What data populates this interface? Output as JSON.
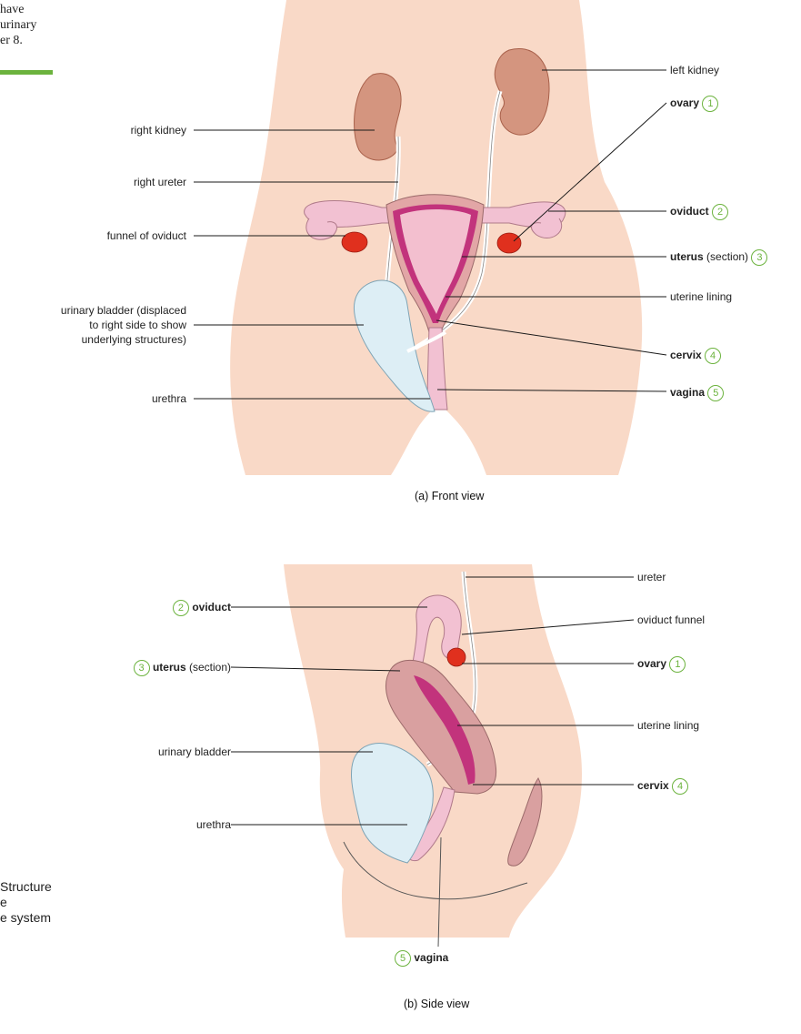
{
  "margin_text": {
    "top_lines": [
      "have",
      "urinary",
      "er 8."
    ],
    "bottom_lines": [
      "Structure",
      "e",
      "e system"
    ],
    "accent_color": "#6cb33e"
  },
  "front_view": {
    "caption": "(a) Front view",
    "left_labels": {
      "right_kidney": "right kidney",
      "right_ureter": "right ureter",
      "funnel_of_oviduct": "funnel of oviduct",
      "bladder_line1": "urinary bladder (displaced",
      "bladder_line2": "to right side to show",
      "bladder_line3": "underlying structures)",
      "urethra": "urethra"
    },
    "right_labels": {
      "left_kidney": "left kidney",
      "ovary": "ovary",
      "ovary_num": "1",
      "oviduct": "oviduct",
      "oviduct_num": "2",
      "uterus": "uterus",
      "uterus_note": " (section)",
      "uterus_num": "3",
      "uterine_lining": "uterine lining",
      "cervix": "cervix",
      "cervix_num": "4",
      "vagina": "vagina",
      "vagina_num": "5"
    }
  },
  "side_view": {
    "caption": "(b) Side view",
    "left_labels": {
      "oviduct_num": "2",
      "oviduct": "oviduct",
      "uterus_num": "3",
      "uterus": "uterus",
      "uterus_note": " (section)",
      "urinary_bladder": "urinary bladder",
      "urethra": "urethra"
    },
    "right_labels": {
      "ureter": "ureter",
      "oviduct_funnel": "oviduct funnel",
      "ovary": "ovary",
      "ovary_num": "1",
      "uterine_lining": "uterine lining",
      "cervix": "cervix",
      "cervix_num": "4"
    },
    "bottom_labels": {
      "vagina_num": "5",
      "vagina": "vagina"
    }
  },
  "colors": {
    "skin": "#f9d9c7",
    "kidney": "#d4957f",
    "uterus_outer": "#e2a6a6",
    "uterus_inner": "#f3bfcf",
    "lining": "#c2337c",
    "ovary": "#e0301e",
    "bladder": "#ddeef5",
    "oviduct": "#f2c1d2"
  }
}
